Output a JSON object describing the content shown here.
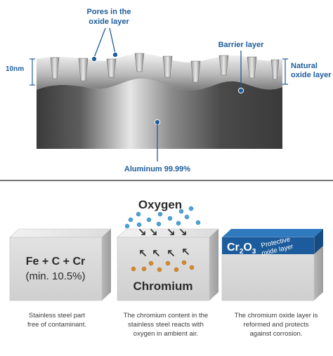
{
  "top_diagram": {
    "pores_label_line1": "Pores in the",
    "pores_label_line2": "oxide layer",
    "barrier_label": "Barrier layer",
    "thickness_label": "10nm",
    "natural_label_line1": "Natural",
    "natural_label_line2": "oxide layer",
    "aluminum_label": "Aluminum 99.99%"
  },
  "steps": [
    {
      "block_line1": "Fe + C + Cr",
      "block_line2": "(min. 10.5%)",
      "caption_line1": "Stainless steel part",
      "caption_line2": "free of contaminant."
    },
    {
      "oxygen_label": "Oxygen",
      "chromium_label": "Chromium",
      "caption_line1": "The chromium content in the",
      "caption_line2": "stainless steel reacts with",
      "caption_line3": "oxygen in ambient air."
    },
    {
      "formula_main": "Cr",
      "formula_sub1": "2",
      "formula_mid": "O",
      "formula_sub2": "3",
      "protective_line1": "Protective",
      "protective_line2": "oxide layer",
      "caption_line1": "The chromium oxide layer is",
      "caption_line2": "reformed and protects",
      "caption_line3": "against corrosion."
    }
  ],
  "colors": {
    "accent_blue": "#1d5c9c",
    "oxygen_dot": "#4aa3dc",
    "chromium_dot": "#d58a2c",
    "divider": "#222222"
  }
}
